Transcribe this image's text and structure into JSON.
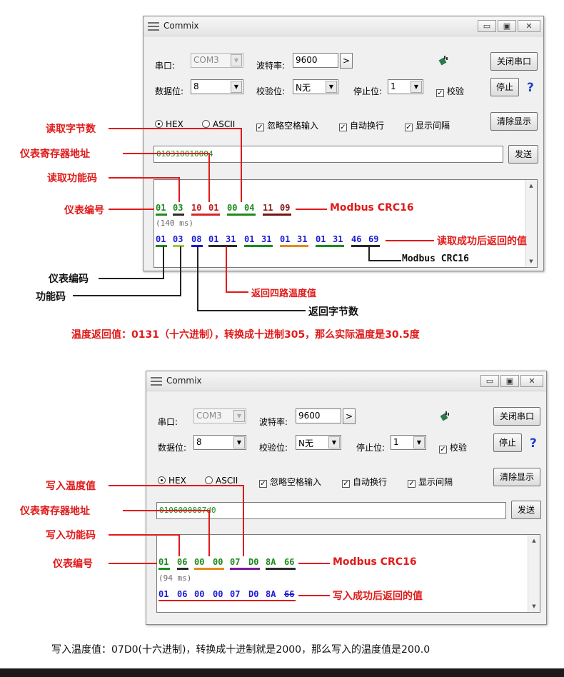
{
  "window_title": "Commix",
  "window_buttons": {
    "minimize": "▭",
    "maximize": "▣",
    "close": "✕"
  },
  "labels": {
    "port": "串口:",
    "baud": "波特率:",
    "databits": "数据位:",
    "parity": "校验位:",
    "stopbits": "停止位:"
  },
  "values": {
    "port": "COM3",
    "baud": "9600",
    "databits": "8",
    "parity": "N无",
    "stopbits": "1"
  },
  "buttons": {
    "close_port": "关闭串口",
    "stop": "停止",
    "clear": "清除显示",
    "send": "发送",
    "help": "?",
    "baud_more": ">"
  },
  "options": {
    "verify": "校验",
    "hex": "HEX",
    "ascii": "ASCII",
    "ignore_space": "忽略空格输入",
    "auto_wrap": "自动换行",
    "show_gap": "显示间隔"
  },
  "panel1": {
    "command": "010310010004",
    "tx_bytes": [
      "01",
      "03",
      "10",
      "01",
      "00",
      "04",
      "11",
      "09"
    ],
    "tx_time": "(140 ms)",
    "rx_bytes": [
      "01",
      "03",
      "08",
      "01",
      "31",
      "01",
      "31",
      "01",
      "31",
      "01",
      "31",
      "46",
      "69"
    ],
    "ann_left": [
      "读取字节数",
      "仪表寄存器地址",
      "读取功能码",
      "仪表编号"
    ],
    "ann_crc": "Modbus CRC16",
    "ann_rx": "读取成功后返回的值",
    "ann_crc_rx": "Modbus CRC16",
    "ann_bottom": [
      "仪表编码",
      "功能码",
      "返回四路温度值",
      "返回字节数"
    ],
    "caption": "温度返回值：0131（十六进制），转换成十进制305，那么实际温度是30.5度"
  },
  "panel2": {
    "command": "0106000007d0",
    "tx_bytes": [
      "01",
      "06",
      "00",
      "00",
      "07",
      "D0",
      "8A",
      "66"
    ],
    "tx_time": "(94 ms)",
    "rx_bytes": [
      "01",
      "06",
      "00",
      "00",
      "07",
      "D0",
      "8A",
      "66"
    ],
    "ann_left": [
      "写入温度值",
      "仪表寄存器地址",
      "写入功能码",
      "仪表编号"
    ],
    "ann_crc": "Modbus CRC16",
    "ann_rx": "写入成功后返回的值",
    "caption": "写入温度值：07D0(十六进制)，转换成十进制就是2000，那么写入的温度值是200.0"
  },
  "colors": {
    "annotation_red": "#e01a1a",
    "tx_green": "#1d8a1d",
    "rx_blue": "#1a1ad8",
    "help_blue": "#1f3ed0"
  }
}
